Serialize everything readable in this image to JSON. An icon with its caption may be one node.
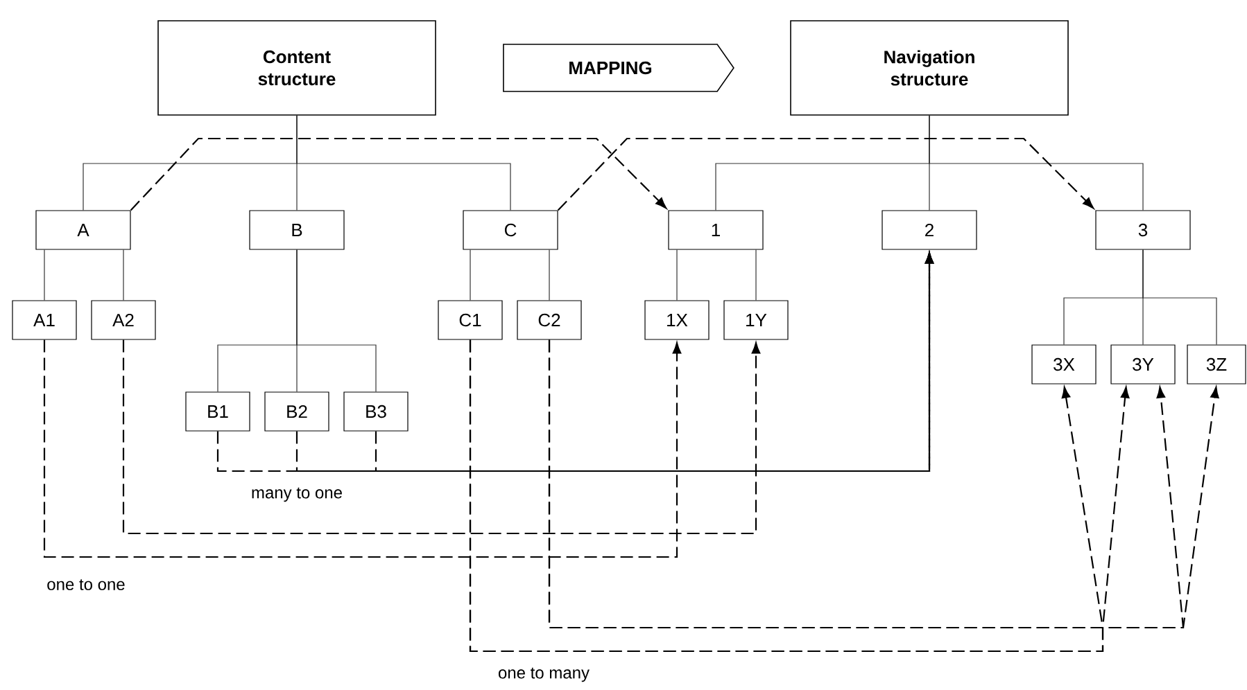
{
  "diagram": {
    "nodes": [
      {
        "text": [
          "Content structure"
        ]
      },
      {
        "text": [
          "MAPPING"
        ]
      },
      {
        "text": [
          "Navigation structure"
        ]
      },
      {
        "text": [
          "A"
        ]
      },
      {
        "text": [
          "B"
        ]
      },
      {
        "text": [
          "C"
        ]
      },
      {
        "text": [
          "1"
        ]
      },
      {
        "text": [
          "2"
        ]
      },
      {
        "text": [
          "3"
        ]
      },
      {
        "text": [
          "A1"
        ]
      },
      {
        "text": [
          "A2"
        ]
      },
      {
        "text": [
          "C1"
        ]
      },
      {
        "text": [
          "C2"
        ]
      },
      {
        "text": [
          "1X"
        ]
      },
      {
        "text": [
          "1Y"
        ]
      },
      {
        "text": [
          "B1"
        ]
      },
      {
        "text": [
          "B2"
        ]
      },
      {
        "text": [
          "B3"
        ]
      },
      {
        "text": [
          "3X"
        ]
      },
      {
        "text": [
          "3Y"
        ]
      },
      {
        "text": [
          "3Z"
        ]
      }
    ],
    "edges": [
      {
        "from": 0,
        "to": 3,
        "arrow": "none"
      },
      {
        "from": 0,
        "to": 4,
        "arrow": "none"
      },
      {
        "from": 0,
        "to": 5,
        "arrow": "none"
      },
      {
        "from": 2,
        "to": 6,
        "arrow": "none"
      },
      {
        "from": 2,
        "to": 7,
        "arrow": "none"
      },
      {
        "from": 2,
        "to": 8,
        "arrow": "none"
      },
      {
        "from": 3,
        "to": 9,
        "arrow": "none"
      },
      {
        "from": 3,
        "to": 10,
        "arrow": "none"
      },
      {
        "from": 4,
        "to": 15,
        "arrow": "none"
      },
      {
        "from": 4,
        "to": 16,
        "arrow": "none"
      },
      {
        "from": 4,
        "to": 17,
        "arrow": "none"
      },
      {
        "from": 5,
        "to": 11,
        "arrow": "none"
      },
      {
        "from": 5,
        "to": 12,
        "arrow": "none"
      },
      {
        "from": 6,
        "to": 13,
        "arrow": "none"
      },
      {
        "from": 6,
        "to": 14,
        "arrow": "none"
      },
      {
        "from": 8,
        "to": 18,
        "arrow": "none"
      },
      {
        "from": 8,
        "to": 19,
        "arrow": "none"
      },
      {
        "from": 8,
        "to": 20,
        "arrow": "none"
      },
      {
        "from": 3,
        "to": 6,
        "arrow": "to",
        "style": "dashed"
      },
      {
        "from": 5,
        "to": 8,
        "arrow": "to",
        "style": "dashed"
      },
      {
        "from": 9,
        "to": 13,
        "arrow": "to",
        "style": "dashed"
      },
      {
        "from": 10,
        "to": 14,
        "arrow": "to",
        "style": "dashed"
      },
      {
        "from": 15,
        "to": 7,
        "arrow": "to",
        "style": "dashed"
      },
      {
        "from": 16,
        "to": 7,
        "arrow": "to",
        "style": "dashed"
      },
      {
        "from": 17,
        "to": 7,
        "arrow": "to",
        "style": "dashed"
      },
      {
        "from": 11,
        "to": 18,
        "arrow": "to",
        "style": "dashed"
      },
      {
        "from": 11,
        "to": 19,
        "arrow": "to",
        "style": "dashed"
      },
      {
        "from": 12,
        "to": 19,
        "arrow": "to",
        "style": "dashed"
      },
      {
        "from": 12,
        "to": 20,
        "arrow": "to",
        "style": "dashed"
      }
    ],
    "labels": [
      "many to one",
      "one to one",
      "one to many"
    ]
  }
}
